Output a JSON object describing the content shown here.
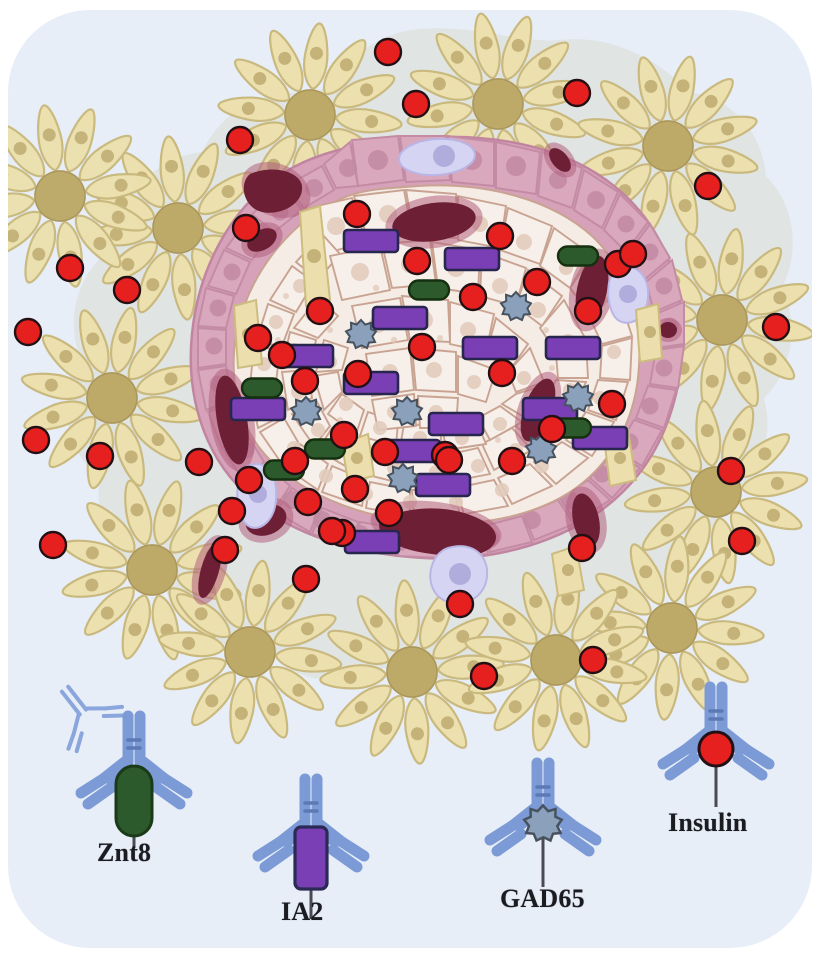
{
  "figure": {
    "kind": "biomedical-illustration",
    "subject": "Pancreatic islet of Langerhans surrounded by exocrine acini with type 1 diabetes autoantibody targets",
    "panel_background": "#e7eef8",
    "tissue_halo_color": "#dfe3df"
  },
  "legend": {
    "items": [
      {
        "id": "znt8",
        "label": "Znt8",
        "antigen_shape": "capsule",
        "antigen_color": "#2d5a2d",
        "antigen_stroke": "#1d3a1d",
        "antibody_color": "#7c9ad6",
        "has_secondary_antibody_outline": true
      },
      {
        "id": "ia2",
        "label": "IA2",
        "antigen_shape": "rectangle",
        "antigen_color": "#7b3fb5",
        "antigen_stroke": "#2a2a55",
        "antibody_color": "#7c9ad6",
        "has_secondary_antibody_outline": false
      },
      {
        "id": "gad65",
        "label": "GAD65",
        "antigen_shape": "starburst",
        "antigen_color": "#8ba0bb",
        "antigen_stroke": "#4a5565",
        "antibody_color": "#7c9ad6",
        "has_secondary_antibody_outline": false
      },
      {
        "id": "insulin",
        "label": "Insulin",
        "antigen_shape": "circle",
        "antigen_color": "#e61f1f",
        "antigen_stroke": "#2a1414",
        "antibody_color": "#7c9ad6",
        "has_secondary_antibody_outline": false
      }
    ]
  },
  "palette": {
    "acinar_cell": "#ece0ae",
    "acinar_cell_stroke": "#c9b97e",
    "acinar_lumen": "#bdaa69",
    "acinar_nucleus": "#c4b278",
    "mantle_cell": "#d9a8bd",
    "mantle_cell_stroke": "#c48ca4",
    "mantle_nucleus": "#c793ac",
    "core_cell": "#f5ece6",
    "core_cell_stroke": "#c9a391",
    "core_granule": "#e0cabb",
    "vessel": "#6d1f36",
    "vessel_halo": "#b3617e",
    "lymphocyte": "#d4d2f2",
    "lymphocyte_nucleus": "#a9a6d8",
    "insulin_marker": "#e61f1f",
    "ia2_marker": "#7b3fb5",
    "znt8_marker": "#2d5a2d",
    "gad65_marker": "#8ba0bb"
  },
  "structures": {
    "acini_count": 13,
    "mantle_description": "ring of pink alpha/delta mantle cells",
    "core_description": "pale beige beta-cell core with secretory granules"
  },
  "markers": {
    "insulin_label": "Insulin",
    "ia2_label": "IA2",
    "znt8_label": "Znt8",
    "gad65_label": "GAD65"
  }
}
